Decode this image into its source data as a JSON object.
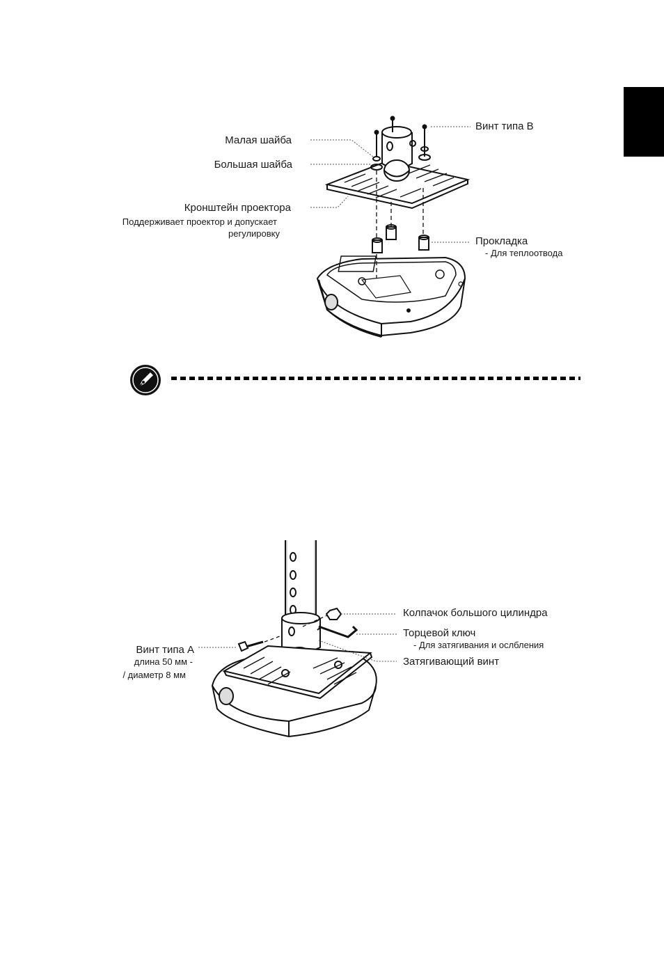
{
  "page": {
    "tab_color": "#000000"
  },
  "figure_top": {
    "labels": {
      "small_washer": "Малая шайба",
      "large_washer": "Большая шайба",
      "bracket": "Кронштейн проектора",
      "bracket_desc_line1": "Поддерживает проектор и допускает",
      "bracket_desc_line2": "регулировку",
      "screw_b": "Винт типа B",
      "spacer": "Прокладка",
      "spacer_desc": "- Для теплоотвода"
    }
  },
  "note": {
    "icon": "note-pen-icon"
  },
  "figure_bottom": {
    "labels": {
      "cylinder_cap": "Колпачок большого цилиндра",
      "hex_key": "Торцевой ключ",
      "hex_key_desc": "- Для затягивания и ослбления",
      "tightening_screw": "Затягивающий винт",
      "screw_a": "Винт типа A",
      "screw_a_len": "длина 50 мм -",
      "screw_a_dia": "/ диаметр 8 мм"
    }
  }
}
